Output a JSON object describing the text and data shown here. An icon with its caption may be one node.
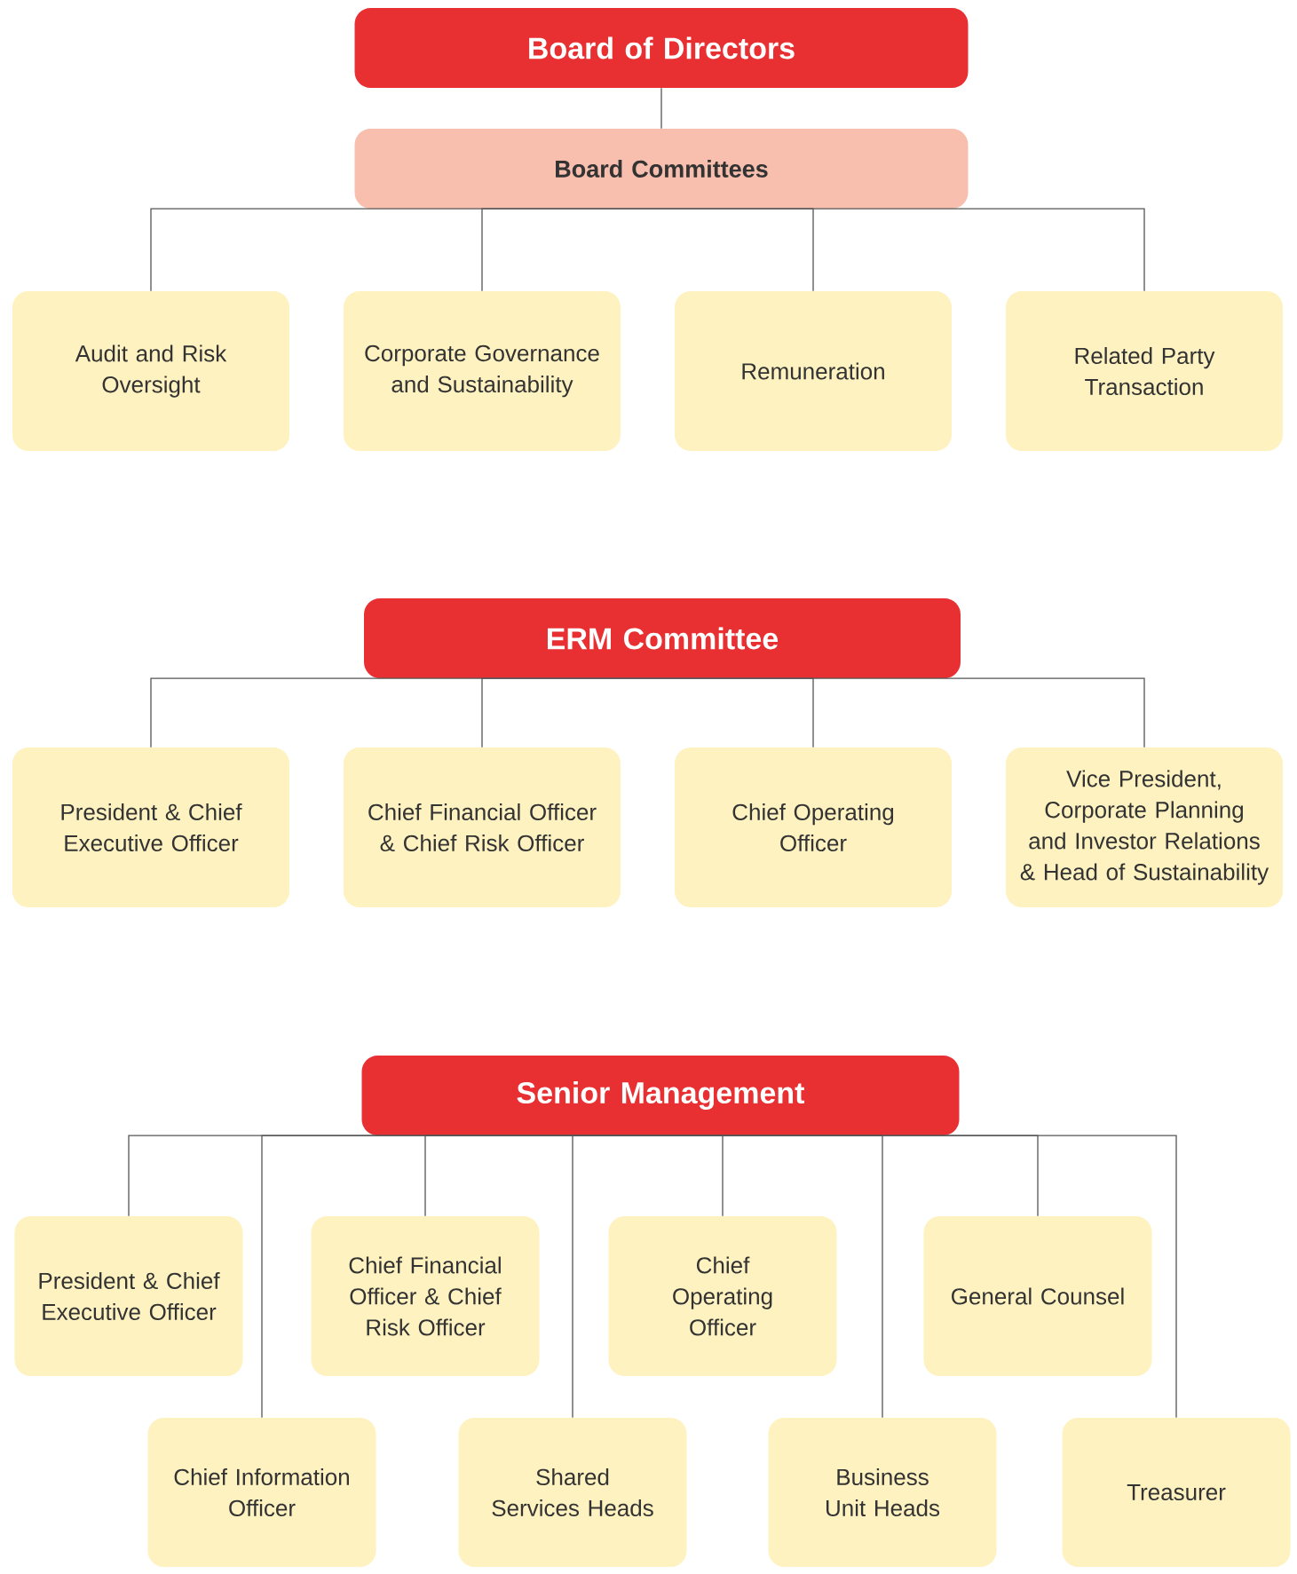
{
  "diagram": {
    "nodes": [
      {
        "text": [
          "Board of Directors"
        ]
      },
      {
        "text": [
          "Board Committees"
        ]
      },
      {
        "text": [
          "Audit and Risk Oversight"
        ]
      },
      {
        "text": [
          "Corporate Governance and Sustainability"
        ]
      },
      {
        "text": [
          "Remuneration"
        ]
      },
      {
        "text": [
          "Related Party Transaction"
        ]
      },
      {
        "text": [
          "ERM Committee"
        ]
      },
      {
        "text": [
          "President & Chief Executive Officer"
        ]
      },
      {
        "text": [
          "Chief Financial Officer & Chief Risk Officer"
        ]
      },
      {
        "text": [
          "Chief Operating Officer"
        ]
      },
      {
        "text": [
          "Vice President, Corporate Planning and Investor Relations & Head of Sustainability"
        ]
      },
      {
        "text": [
          "Senior Management"
        ]
      },
      {
        "text": [
          "President & Chief Executive Officer"
        ]
      },
      {
        "text": [
          "Chief Financial Officer & Chief Risk Officer"
        ]
      },
      {
        "text": [
          "Chief Operating Officer"
        ]
      },
      {
        "text": [
          "General Counsel"
        ]
      },
      {
        "text": [
          "Chief Information Officer"
        ]
      },
      {
        "text": [
          "Shared Services Heads"
        ]
      },
      {
        "text": [
          "Business Unit Heads"
        ]
      },
      {
        "text": [
          "Treasurer"
        ]
      }
    ],
    "edges": [
      {
        "from": 0,
        "to": 1,
        "arrow": "none"
      },
      {
        "from": 1,
        "to": 2,
        "arrow": "none"
      },
      {
        "from": 1,
        "to": 3,
        "arrow": "none"
      },
      {
        "from": 1,
        "to": 4,
        "arrow": "none"
      },
      {
        "from": 1,
        "to": 5,
        "arrow": "none"
      },
      {
        "from": 6,
        "to": 7,
        "arrow": "none"
      },
      {
        "from": 6,
        "to": 8,
        "arrow": "none"
      },
      {
        "from": 6,
        "to": 9,
        "arrow": "none"
      },
      {
        "from": 6,
        "to": 10,
        "arrow": "none"
      },
      {
        "from": 11,
        "to": 12,
        "arrow": "none"
      },
      {
        "from": 11,
        "to": 16,
        "arrow": "none"
      },
      {
        "from": 11,
        "to": 13,
        "arrow": "none"
      },
      {
        "from": 11,
        "to": 17,
        "arrow": "none"
      },
      {
        "from": 11,
        "to": 14,
        "arrow": "none"
      },
      {
        "from": 11,
        "to": 18,
        "arrow": "none"
      },
      {
        "from": 11,
        "to": 15,
        "arrow": "none"
      },
      {
        "from": 11,
        "to": 19,
        "arrow": "none"
      }
    ]
  }
}
